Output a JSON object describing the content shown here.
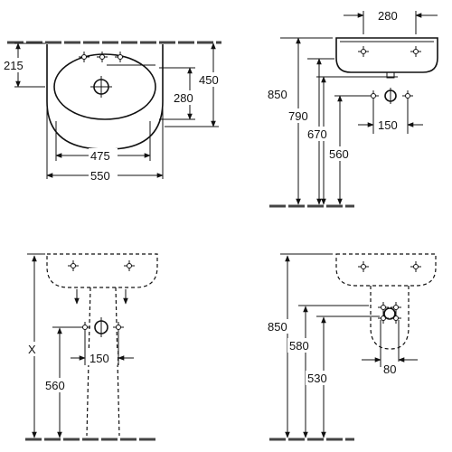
{
  "views": {
    "front": {
      "depth_top": "215",
      "overall_height": "450",
      "bowl_height": "280",
      "bowl_width": "475",
      "overall_width": "550"
    },
    "side": {
      "depth": "280",
      "rim_height": "850",
      "overflow_height": "790",
      "tap_height": "670",
      "waste_height": "560",
      "fixing_spacing": "150"
    },
    "pedestal_front": {
      "variable_height": "X",
      "waste_height": "560",
      "fixing_spacing": "150"
    },
    "semi_pedestal": {
      "rim_height": "850",
      "pedestal_top": "580",
      "waste_height": "530",
      "waste_width": "80"
    }
  }
}
